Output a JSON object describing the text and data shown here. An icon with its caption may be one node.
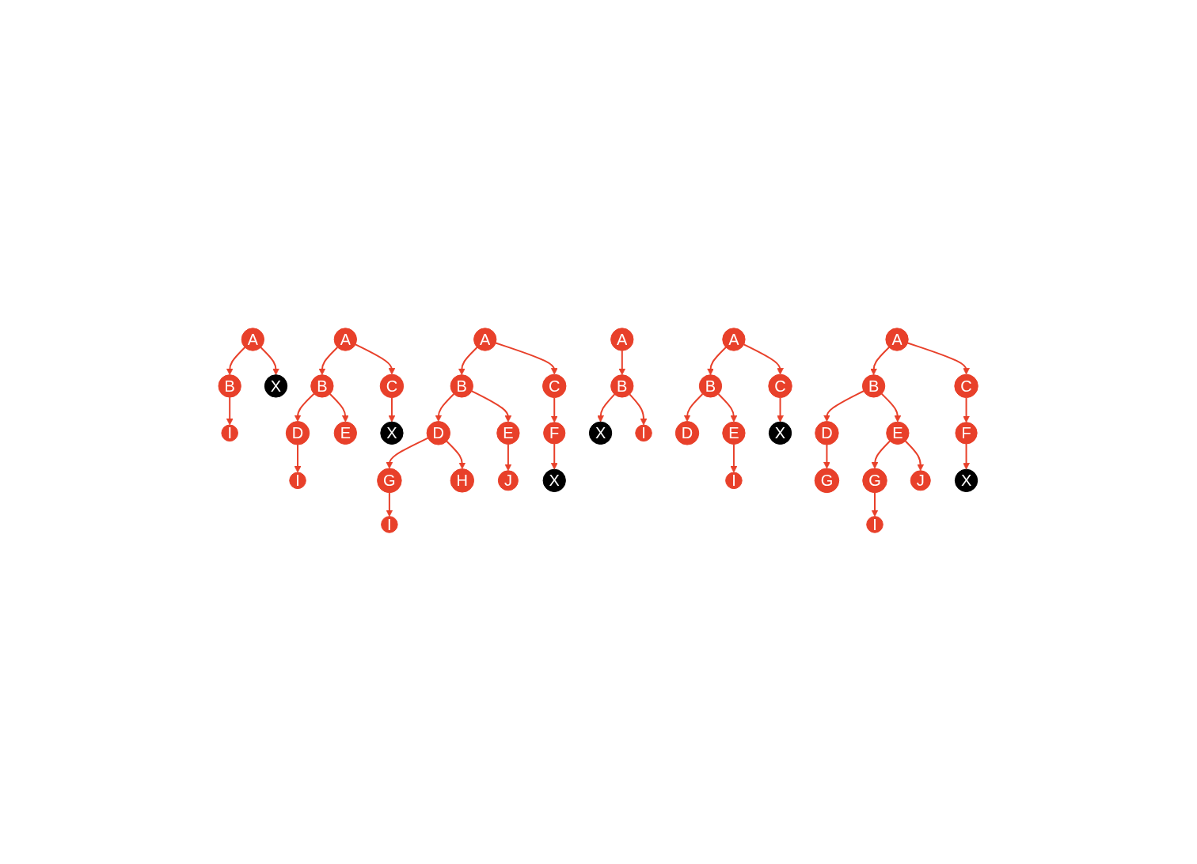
{
  "diagram": {
    "nodes": [
      {
        "text": [
          "A"
        ]
      },
      {
        "text": [
          "B"
        ]
      },
      {
        "text": [
          "X"
        ]
      },
      {
        "text": [
          "I"
        ]
      },
      {
        "text": [
          "A"
        ]
      },
      {
        "text": [
          "B"
        ]
      },
      {
        "text": [
          "C"
        ]
      },
      {
        "text": [
          "D"
        ]
      },
      {
        "text": [
          "E"
        ]
      },
      {
        "text": [
          "X"
        ]
      },
      {
        "text": [
          "I"
        ]
      },
      {
        "text": [
          "A"
        ]
      },
      {
        "text": [
          "B"
        ]
      },
      {
        "text": [
          "C"
        ]
      },
      {
        "text": [
          "D"
        ]
      },
      {
        "text": [
          "E"
        ]
      },
      {
        "text": [
          "F"
        ]
      },
      {
        "text": [
          "G"
        ]
      },
      {
        "text": [
          "H"
        ]
      },
      {
        "text": [
          "J"
        ]
      },
      {
        "text": [
          "X"
        ]
      },
      {
        "text": [
          "I"
        ]
      },
      {
        "text": [
          "A"
        ]
      },
      {
        "text": [
          "B"
        ]
      },
      {
        "text": [
          "X"
        ]
      },
      {
        "text": [
          "I"
        ]
      },
      {
        "text": [
          "A"
        ]
      },
      {
        "text": [
          "B"
        ]
      },
      {
        "text": [
          "C"
        ]
      },
      {
        "text": [
          "D"
        ]
      },
      {
        "text": [
          "E"
        ]
      },
      {
        "text": [
          "X"
        ]
      },
      {
        "text": [
          "I"
        ]
      },
      {
        "text": [
          "A"
        ]
      },
      {
        "text": [
          "B"
        ]
      },
      {
        "text": [
          "C"
        ]
      },
      {
        "text": [
          "D"
        ]
      },
      {
        "text": [
          "E"
        ]
      },
      {
        "text": [
          "F"
        ]
      },
      {
        "text": [
          "G"
        ]
      },
      {
        "text": [
          "G"
        ]
      },
      {
        "text": [
          "J"
        ]
      },
      {
        "text": [
          "X"
        ]
      },
      {
        "text": [
          "I"
        ]
      }
    ],
    "edges": [
      {
        "from": 0,
        "to": 1,
        "arrow": "to"
      },
      {
        "from": 0,
        "to": 2,
        "arrow": "to"
      },
      {
        "from": 1,
        "to": 3,
        "arrow": "to"
      },
      {
        "from": 4,
        "to": 5,
        "arrow": "to"
      },
      {
        "from": 4,
        "to": 6,
        "arrow": "to"
      },
      {
        "from": 5,
        "to": 7,
        "arrow": "to"
      },
      {
        "from": 5,
        "to": 8,
        "arrow": "to"
      },
      {
        "from": 6,
        "to": 9,
        "arrow": "to"
      },
      {
        "from": 7,
        "to": 10,
        "arrow": "to"
      },
      {
        "from": 11,
        "to": 12,
        "arrow": "to"
      },
      {
        "from": 11,
        "to": 13,
        "arrow": "to"
      },
      {
        "from": 12,
        "to": 14,
        "arrow": "to"
      },
      {
        "from": 12,
        "to": 15,
        "arrow": "to"
      },
      {
        "from": 13,
        "to": 16,
        "arrow": "to"
      },
      {
        "from": 14,
        "to": 17,
        "arrow": "to"
      },
      {
        "from": 14,
        "to": 18,
        "arrow": "to"
      },
      {
        "from": 15,
        "to": 19,
        "arrow": "to"
      },
      {
        "from": 16,
        "to": 20,
        "arrow": "to"
      },
      {
        "from": 17,
        "to": 21,
        "arrow": "to"
      },
      {
        "from": 22,
        "to": 23,
        "arrow": "to"
      },
      {
        "from": 23,
        "to": 24,
        "arrow": "to"
      },
      {
        "from": 23,
        "to": 25,
        "arrow": "to"
      },
      {
        "from": 26,
        "to": 27,
        "arrow": "to"
      },
      {
        "from": 26,
        "to": 28,
        "arrow": "to"
      },
      {
        "from": 27,
        "to": 29,
        "arrow": "to"
      },
      {
        "from": 27,
        "to": 30,
        "arrow": "to"
      },
      {
        "from": 28,
        "to": 31,
        "arrow": "to"
      },
      {
        "from": 30,
        "to": 32,
        "arrow": "to"
      },
      {
        "from": 33,
        "to": 34,
        "arrow": "to"
      },
      {
        "from": 33,
        "to": 35,
        "arrow": "to"
      },
      {
        "from": 34,
        "to": 36,
        "arrow": "to"
      },
      {
        "from": 34,
        "to": 37,
        "arrow": "to"
      },
      {
        "from": 35,
        "to": 38,
        "arrow": "to"
      },
      {
        "from": 36,
        "to": 39,
        "arrow": "to"
      },
      {
        "from": 37,
        "to": 40,
        "arrow": "to"
      },
      {
        "from": 37,
        "to": 41,
        "arrow": "to"
      },
      {
        "from": 38,
        "to": 42,
        "arrow": "to"
      },
      {
        "from": 40,
        "to": 43,
        "arrow": "to"
      }
    ]
  }
}
